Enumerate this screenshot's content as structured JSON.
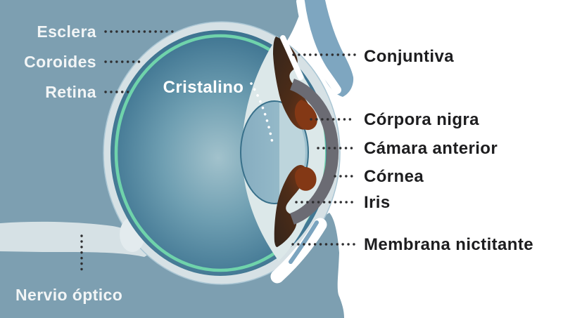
{
  "diagram": {
    "subject": "eye-anatomy-cross-section",
    "language": "es",
    "labels_left": [
      {
        "id": "esclera",
        "text": "Esclera"
      },
      {
        "id": "coroides",
        "text": "Coroides"
      },
      {
        "id": "retina",
        "text": "Retina"
      }
    ],
    "label_lens": {
      "id": "cristalino",
      "text": "Cristalino"
    },
    "label_optic_nerve": {
      "id": "nervio-optico",
      "text": "Nervio óptico"
    },
    "labels_right": [
      {
        "id": "conjuntiva",
        "text": "Conjuntiva"
      },
      {
        "id": "corpora-nigra",
        "text": "Córpora nigra"
      },
      {
        "id": "camara-anterior",
        "text": "Cámara anterior"
      },
      {
        "id": "cornea",
        "text": "Córnea"
      },
      {
        "id": "iris",
        "text": "Iris"
      },
      {
        "id": "membrana-nictitante",
        "text": "Membrana nictitante"
      }
    ],
    "colors": {
      "background_left": "#7d9fb1",
      "background_right": "#ffffff",
      "eyelid_flap": "#7ea6c0",
      "sclera_ring": "#d6e1e5",
      "choroid_ring_teal": "#6fd3ab",
      "vitreous_dark": "#275a78",
      "vitreous_light": "#a2c2cc",
      "anterior_chamber": "#dce8e9",
      "lens_fill": "#a6c6d2",
      "lens_outline": "#38708a",
      "cornea_gray": "#6b6b73",
      "iris_dark_brown": "#33251b",
      "corpora_nigra_red": "#833815",
      "leader_dots_dark": "#2e2e30",
      "leader_dots_light": "#ffffff",
      "label_text_dark": "#1d1d1f",
      "label_text_light": "#f2f5f6"
    }
  }
}
